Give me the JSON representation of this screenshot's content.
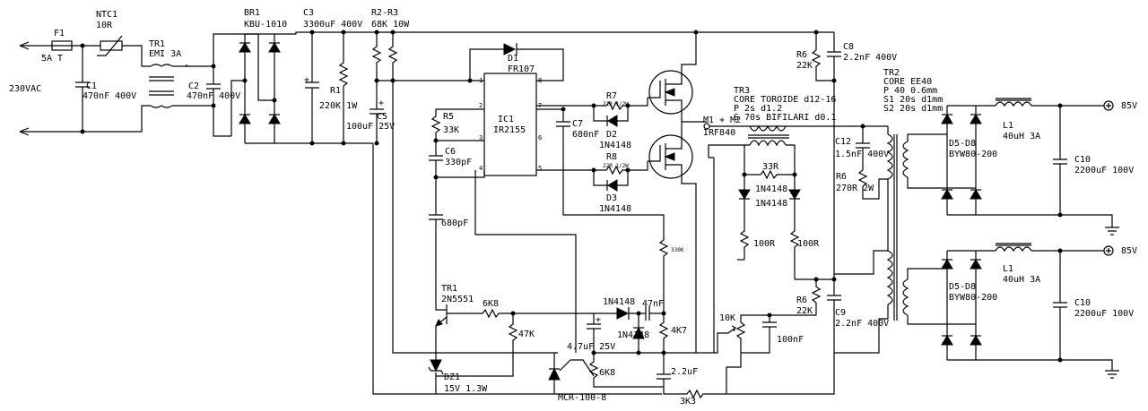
{
  "input": {
    "voltage": "230VAC"
  },
  "components": {
    "f1": {
      "ref": "F1",
      "value": "5A T"
    },
    "ntc1": {
      "ref": "NTC1",
      "value": "10R"
    },
    "c1": {
      "ref": "C1",
      "value": "470nF 400V"
    },
    "tr1_emi": {
      "ref": "TR1",
      "value": "EMI 3A"
    },
    "c2": {
      "ref": "C2",
      "value": "470nF 400V"
    },
    "br1": {
      "ref": "BR1",
      "value": "KBU-1010"
    },
    "c3": {
      "ref": "C3",
      "value": "3300uF 400V"
    },
    "r1": {
      "ref": "R1",
      "value": "220K 1W"
    },
    "r2r3": {
      "ref": "R2-R3",
      "value": "68K 10W"
    },
    "c5": {
      "ref": "C5",
      "value": "100uF 25V"
    },
    "d1": {
      "ref": "D1",
      "value": "FR107"
    },
    "ic1": {
      "ref": "IC1",
      "value": "IR2155",
      "pins": [
        "1",
        "2",
        "3",
        "4",
        "5",
        "6",
        "7",
        "8"
      ]
    },
    "r5": {
      "ref": "R5",
      "value": "33K"
    },
    "c6": {
      "ref": "C6",
      "value": "330pF"
    },
    "c7": {
      "ref": "C7",
      "value": "680nF"
    },
    "r7": {
      "ref": "R7",
      "value": "22R 1/2W"
    },
    "d2": {
      "ref": "D2",
      "value": "1N4148"
    },
    "r8": {
      "ref": "R8",
      "value": "22R 1/2W"
    },
    "d3": {
      "ref": "D3",
      "value": "1N4148"
    },
    "mosfets": {
      "ref": "M1 + M2",
      "value": "IRF840"
    },
    "r6a": {
      "ref": "R6",
      "value": "22K"
    },
    "c8": {
      "ref": "C8",
      "value": "2.2nF 400V"
    },
    "tr3": {
      "ref": "TR3",
      "value": "CORE TOROIDE d12-16",
      "p": "P 2s d1.2",
      "s": "S 70s BIFILARI d0.1"
    },
    "tr2": {
      "ref": "TR2",
      "value": "CORE EE40",
      "p": "P 40 0.6mm",
      "s1": "S1 20s d1mm",
      "s2": "S2 20s d1mm"
    },
    "c12": {
      "ref": "C12",
      "value": "1.5nF 400V"
    },
    "r6b": {
      "ref": "R6",
      "value": "270R 2W"
    },
    "r33": {
      "value": "33R"
    },
    "dtr3a": {
      "value": "1N4148"
    },
    "dtr3b": {
      "value": "1N4148"
    },
    "r100a": {
      "value": "100R"
    },
    "r100b": {
      "value": "100R"
    },
    "c680p": {
      "value": "680pF"
    },
    "tr1_bjt": {
      "ref": "TR1",
      "value": "2N5551"
    },
    "r6k8a": {
      "value": "6K8"
    },
    "r47k": {
      "value": "47K"
    },
    "dz1": {
      "ref": "DZ1",
      "value": "15V 1.3W"
    },
    "c47u": {
      "value": "4.7uF 25V"
    },
    "d4148a": {
      "value": "1N4148"
    },
    "d4148b": {
      "value": "1N4148"
    },
    "c47n": {
      "value": "47nF"
    },
    "r330k": {
      "value": "330K"
    },
    "r4k7": {
      "value": "4K7"
    },
    "r6k8b": {
      "value": "6K8"
    },
    "c22u": {
      "value": "2.2uF"
    },
    "r3k3": {
      "value": "3K3"
    },
    "scr": {
      "value": "MCR-100-8"
    },
    "pot10k": {
      "value": "10K"
    },
    "c100n": {
      "value": "100nF"
    },
    "r6c": {
      "ref": "R6",
      "value": "22K"
    },
    "c9": {
      "ref": "C9",
      "value": "2.2nF 400V"
    },
    "d5d8a": {
      "ref": "D5-D8",
      "value": "BYW80-200"
    },
    "d5d8b": {
      "ref": "D5-D8",
      "value": "BYW80-200"
    },
    "l1a": {
      "ref": "L1",
      "value": "40uH 3A"
    },
    "l1b": {
      "ref": "L1",
      "value": "40uH 3A"
    },
    "c10a": {
      "ref": "C10",
      "value": "2200uF 100V"
    },
    "c10b": {
      "ref": "C10",
      "value": "2200uF 100V"
    }
  },
  "outputs": {
    "top": "85V",
    "bottom": "85V"
  }
}
